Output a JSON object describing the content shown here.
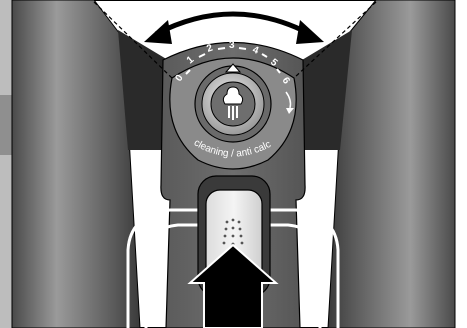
{
  "dial": {
    "numbers": [
      "0",
      "1",
      "2",
      "3",
      "4",
      "5",
      "6"
    ],
    "label": "cleaning / anti calc"
  },
  "icons": {
    "dial_center": "steam-cleaning-icon",
    "slider": "steam-spray-icon",
    "rotation": "double-headed-arc-arrow-icon",
    "press": "press-down-arrow-icon"
  },
  "colors": {
    "body_dark": "#5b5b5b",
    "body_light": "#a8a8a8",
    "outline": "#000000",
    "background": "#ffffff"
  }
}
